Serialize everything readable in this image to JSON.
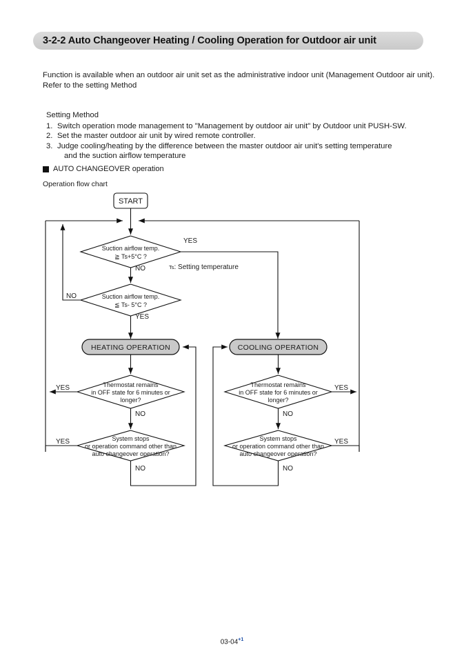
{
  "page": {
    "title": "3-2-2 Auto Changeover  Heating / Cooling Operation for Outdoor air unit",
    "footer_page": "03-04",
    "footer_revision": "+1"
  },
  "intro": {
    "line1": "Function is available when an outdoor air unit set as the administrative indoor unit (Management Outdoor air unit).",
    "line2": "Refer to the setting Method"
  },
  "setting_method": {
    "heading": "Setting Method",
    "steps": [
      {
        "num": "1.",
        "text": "Switch operation mode management to \"Management by outdoor air unit\" by Outdoor unit PUSH-SW."
      },
      {
        "num": "2.",
        "text": "Set the master outdoor air unit by wired remote controller."
      },
      {
        "num": "3.",
        "text": "Judge cooling/heating by the difference between the master outdoor air unit's setting temperature",
        "text2": "and the suction airflow temperature"
      }
    ]
  },
  "section": {
    "bullet_label": "AUTO CHANGEOVER operation",
    "flow_chart_label": "Operation flow chart"
  },
  "flowchart": {
    "start": "START",
    "note": {
      "symbol": "Ts",
      "text": ": Setting temperature"
    },
    "decision1": {
      "line1": "Suction airflow temp.",
      "line2": "≧ Ts+5°C ?",
      "yes": "YES",
      "no": "NO"
    },
    "decision2": {
      "line1": "Suction airflow temp.",
      "line2": "≦ Ts- 5°C ?",
      "yes": "YES",
      "no": "NO"
    },
    "heating_op": "HEATING  OPERATION",
    "cooling_op": "COOLING  OPERATION",
    "thermostat": {
      "line1": "Thermostat remains",
      "line2": "in OFF state for 6 minutes or",
      "line3": "longer?",
      "yes": "YES",
      "no": "NO"
    },
    "system_stops": {
      "line1": "System stops",
      "line2": "or operation command other than",
      "line3": "auto changeover operation?",
      "yes": "YES",
      "no": "NO"
    }
  },
  "colors": {
    "title_fill": "#d2d2d2",
    "op_fill": "#c9c9c9",
    "ink": "#1a1a1a",
    "revision": "#1b4ea8"
  }
}
